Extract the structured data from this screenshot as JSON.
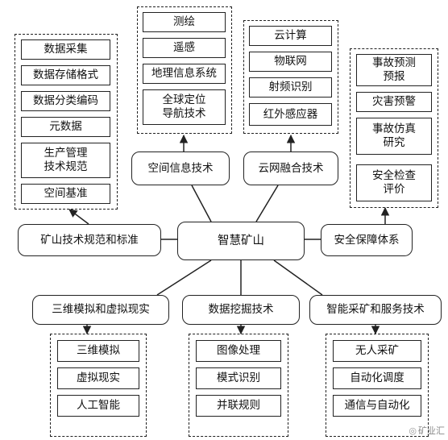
{
  "center": "智慧矿山",
  "branches": {
    "spatial": "空间信息技术",
    "cloud": "云网融合技术",
    "standards": "矿山技术规范和标准",
    "safety": "安全保障体系",
    "three_d": "三维模拟和虚拟现实",
    "data_mining": "数据挖掘技术",
    "smart_mining": "智能采矿和服务技术"
  },
  "groups": {
    "spatial": [
      "测绘",
      "遥感",
      "地理信息系统",
      "全球定位\n导航技术"
    ],
    "cloud": [
      "云计算",
      "物联网",
      "射频识别",
      "红外感应器"
    ],
    "standards": [
      "数据采集",
      "数据存储格式",
      "数据分类编码",
      "元数据",
      "生产管理\n技术规范",
      "空间基准"
    ],
    "safety": [
      "事故预测\n预报",
      "灾害预警",
      "事故仿真\n研究",
      "安全检查\n评价"
    ],
    "three_d": [
      "三维模拟",
      "虚拟现实",
      "人工智能"
    ],
    "data_mining": [
      "图像处理",
      "模式识别",
      "并联规则"
    ],
    "smart_mining": [
      "无人采矿",
      "自动化调度",
      "通信与自动化"
    ]
  },
  "watermark": "矿业汇",
  "colors": {
    "line": "#222222",
    "background": "#ffffff"
  }
}
